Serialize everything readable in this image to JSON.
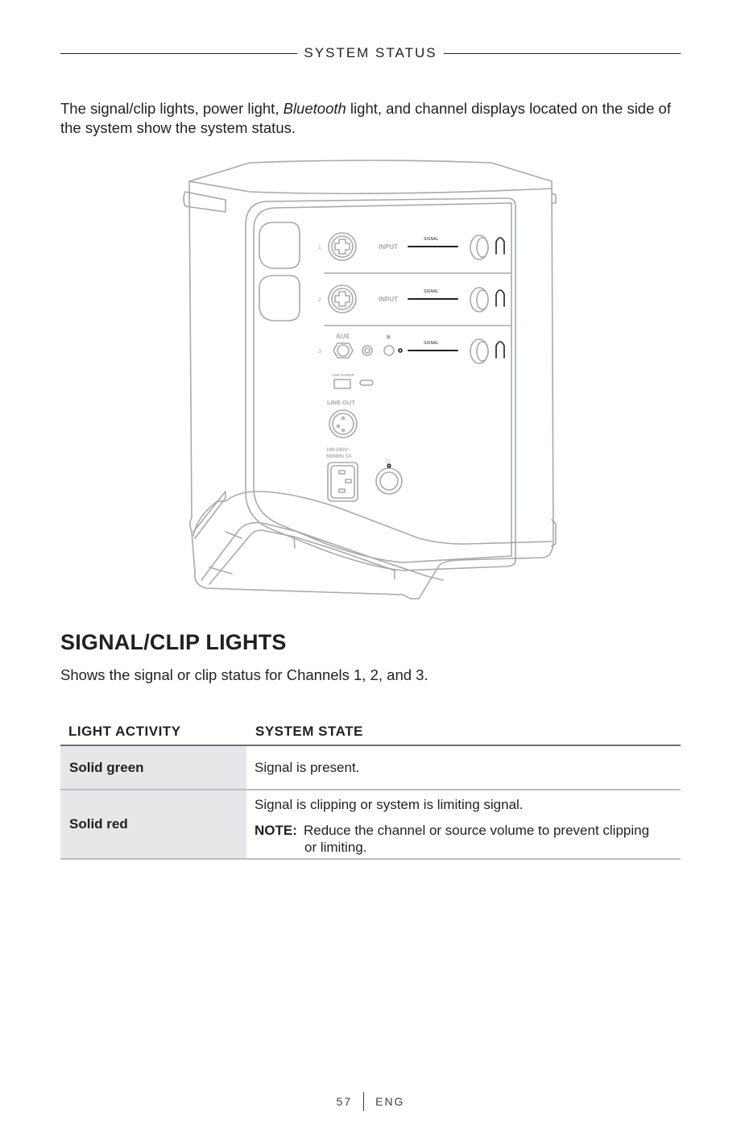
{
  "header": {
    "section_title": "SYSTEM STATUS"
  },
  "intro": {
    "part1": "The signal/clip lights, power light, ",
    "italic": "Bluetooth",
    "part2": " light, and channel displays located on the side of the system show the system status."
  },
  "figure": {
    "channels": [
      {
        "number": "1",
        "input_label": "INPUT",
        "signal_label": "SIGNAL"
      },
      {
        "number": "2",
        "input_label": "INPUT",
        "signal_label": "SIGNAL"
      },
      {
        "number": "3",
        "aux_label": "AUX",
        "signal_label": "SIGNAL"
      }
    ],
    "usb_label": "USB POWER",
    "line_out_label": "LINE OUT",
    "power_rating_line1": "100-240V~",
    "power_rating_line2": "50/60Hz 1A",
    "bluetooth_glyph": "✱",
    "power_glyph": "⏻"
  },
  "section": {
    "title": "SIGNAL/CLIP LIGHTS",
    "subtitle": "Shows the signal or clip status for Channels 1, 2, and 3."
  },
  "table": {
    "headers": [
      "LIGHT ACTIVITY",
      "SYSTEM STATE"
    ],
    "rows": [
      {
        "activity": "Solid green",
        "state": "Signal is present."
      },
      {
        "activity": "Solid red",
        "state": "Signal is clipping or system is limiting signal.",
        "note_label": "NOTE:",
        "note_line1": "Reduce the channel or source volume to prevent clipping",
        "note_line2": "or limiting."
      }
    ]
  },
  "footer": {
    "page_number": "57",
    "language": "ENG"
  },
  "colors": {
    "text": "#231f20",
    "line_art": "#a7a9ac",
    "table_shade": "#e6e7e8",
    "rule": "#6d6e70"
  }
}
